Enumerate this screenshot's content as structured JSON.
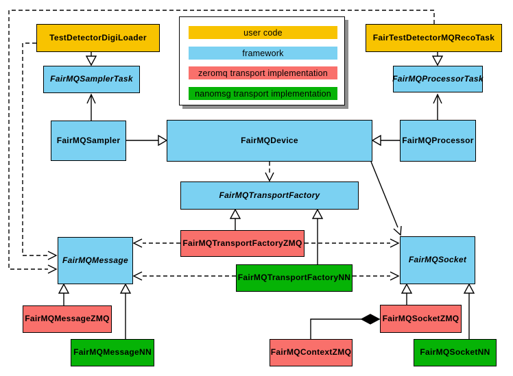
{
  "colors": {
    "user": "#F8C300",
    "framework": "#7BD1F2",
    "zeromq": "#F9706B",
    "nanomsg": "#06B306",
    "edge": "#000000",
    "legend_shadow": "#8F8F8F",
    "background": "#FFFFFF"
  },
  "legend": {
    "items": [
      {
        "label": "user code",
        "color_key": "user"
      },
      {
        "label": "framework",
        "color_key": "framework"
      },
      {
        "label": "zeromq transport implementation",
        "color_key": "zeromq"
      },
      {
        "label": "nanomsg transport implementation",
        "color_key": "nanomsg"
      }
    ]
  },
  "nodes": {
    "testDetectorDigiLoader": {
      "label": "TestDetectorDigiLoader",
      "category": "user code",
      "abstract": false
    },
    "fairTestDetectorMQRecoTask": {
      "label": "FairTestDetectorMQRecoTask",
      "category": "user code",
      "abstract": false
    },
    "fairMQSamplerTask": {
      "label": "FairMQSamplerTask",
      "category": "framework",
      "abstract": true
    },
    "fairMQProcessorTask": {
      "label": "FairMQProcessorTask",
      "category": "framework",
      "abstract": true
    },
    "fairMQSampler": {
      "label": "FairMQSampler",
      "category": "framework",
      "abstract": false
    },
    "fairMQDevice": {
      "label": "FairMQDevice",
      "category": "framework",
      "abstract": false
    },
    "fairMQProcessor": {
      "label": "FairMQProcessor",
      "category": "framework",
      "abstract": false
    },
    "fairMQTransportFactory": {
      "label": "FairMQTransportFactory",
      "category": "framework",
      "abstract": true
    },
    "fairMQTransportFactoryZMQ": {
      "label": "FairMQTransportFactoryZMQ",
      "category": "zeromq transport implementation",
      "abstract": false
    },
    "fairMQTransportFactoryNN": {
      "label": "FairMQTransportFactoryNN",
      "category": "nanomsg transport implementation",
      "abstract": false
    },
    "fairMQMessage": {
      "label": "FairMQMessage",
      "category": "framework",
      "abstract": true
    },
    "fairMQSocket": {
      "label": "FairMQSocket",
      "category": "framework",
      "abstract": true
    },
    "fairMQMessageZMQ": {
      "label": "FairMQMessageZMQ",
      "category": "zeromq transport implementation",
      "abstract": false
    },
    "fairMQMessageNN": {
      "label": "FairMQMessageNN",
      "category": "nanomsg transport implementation",
      "abstract": false
    },
    "fairMQContextZMQ": {
      "label": "FairMQContextZMQ",
      "category": "zeromq transport implementation",
      "abstract": false
    },
    "fairMQSocketZMQ": {
      "label": "FairMQSocketZMQ",
      "category": "zeromq transport implementation",
      "abstract": false
    },
    "fairMQSocketNN": {
      "label": "FairMQSocketNN",
      "category": "nanomsg transport implementation",
      "abstract": false
    }
  },
  "edges": [
    {
      "from": "TestDetectorDigiLoader",
      "to": "FairMQSamplerTask",
      "type": "inheritance"
    },
    {
      "from": "FairTestDetectorMQRecoTask",
      "to": "FairMQProcessorTask",
      "type": "inheritance"
    },
    {
      "from": "FairMQSampler",
      "to": "FairMQSamplerTask",
      "type": "association"
    },
    {
      "from": "FairMQProcessor",
      "to": "FairMQProcessorTask",
      "type": "association"
    },
    {
      "from": "FairMQSampler",
      "to": "FairMQDevice",
      "type": "inheritance"
    },
    {
      "from": "FairMQProcessor",
      "to": "FairMQDevice",
      "type": "inheritance"
    },
    {
      "from": "FairMQDevice",
      "to": "FairMQTransportFactory",
      "type": "dependency"
    },
    {
      "from": "FairMQDevice",
      "to": "FairMQSocket",
      "type": "association"
    },
    {
      "from": "FairMQTransportFactoryZMQ",
      "to": "FairMQTransportFactory",
      "type": "inheritance"
    },
    {
      "from": "FairMQTransportFactoryNN",
      "to": "FairMQTransportFactory",
      "type": "inheritance"
    },
    {
      "from": "FairMQTransportFactoryZMQ",
      "to": "FairMQMessage",
      "type": "dependency"
    },
    {
      "from": "FairMQTransportFactoryZMQ",
      "to": "FairMQSocket",
      "type": "dependency"
    },
    {
      "from": "FairMQTransportFactoryNN",
      "to": "FairMQMessage",
      "type": "dependency"
    },
    {
      "from": "FairMQTransportFactoryNN",
      "to": "FairMQSocket",
      "type": "dependency"
    },
    {
      "from": "TestDetectorDigiLoader",
      "to": "FairMQMessage",
      "type": "dependency"
    },
    {
      "from": "FairTestDetectorMQRecoTask",
      "to": "FairMQMessage",
      "type": "dependency"
    },
    {
      "from": "FairMQMessageZMQ",
      "to": "FairMQMessage",
      "type": "inheritance"
    },
    {
      "from": "FairMQMessageNN",
      "to": "FairMQMessage",
      "type": "inheritance"
    },
    {
      "from": "FairMQSocketZMQ",
      "to": "FairMQSocket",
      "type": "inheritance"
    },
    {
      "from": "FairMQSocketNN",
      "to": "FairMQSocket",
      "type": "inheritance"
    },
    {
      "from": "FairMQContextZMQ",
      "to": "FairMQSocketZMQ",
      "type": "composition"
    }
  ]
}
